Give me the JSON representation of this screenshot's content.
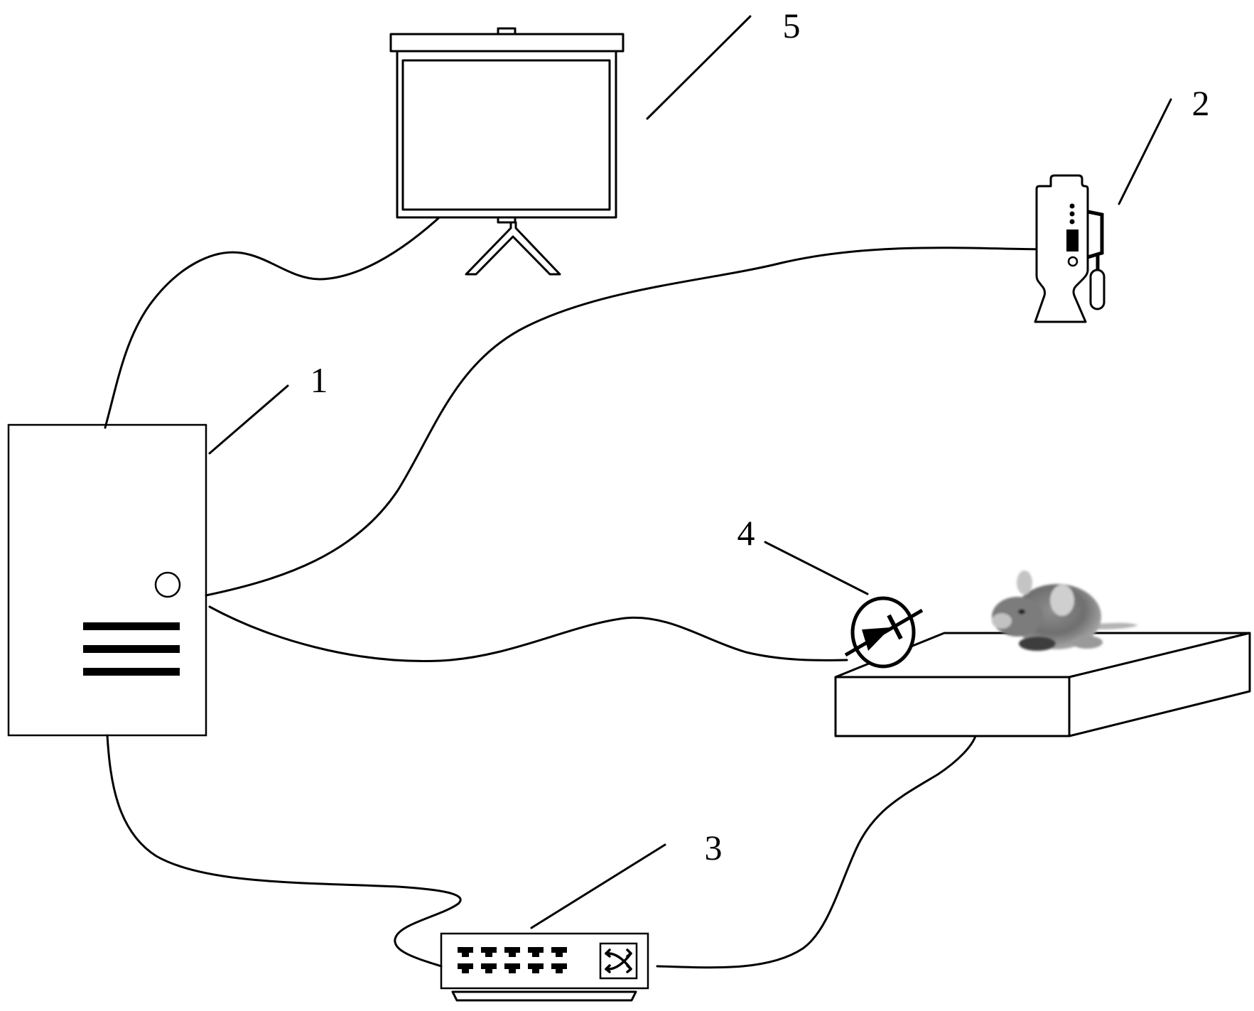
{
  "figure": {
    "type": "system schematic",
    "description": "Experimental setup: computer connected to projector screen, camera, light source, and a network switch linked to a platform holding a mouse"
  },
  "components": [
    {
      "id": "computer",
      "ref": "1",
      "name": "Computer host"
    },
    {
      "id": "camera",
      "ref": "2",
      "name": "Camera"
    },
    {
      "id": "switch",
      "ref": "3",
      "name": "Network switch"
    },
    {
      "id": "light-source",
      "ref": "4",
      "name": "Light-emitting diode"
    },
    {
      "id": "projector-screen",
      "ref": "5",
      "name": "Projection screen"
    },
    {
      "id": "platform",
      "ref": "",
      "name": "Test platform"
    },
    {
      "id": "mouse",
      "ref": "",
      "name": "Experimental mouse"
    }
  ],
  "labels": {
    "computer": "1",
    "camera": "2",
    "switch": "3",
    "light_source": "4",
    "projector_screen": "5"
  },
  "connections": [
    {
      "from": "computer",
      "to": "projector-screen"
    },
    {
      "from": "computer",
      "to": "camera"
    },
    {
      "from": "computer",
      "to": "light-source"
    },
    {
      "from": "computer",
      "to": "switch"
    },
    {
      "from": "switch",
      "to": "platform"
    }
  ],
  "switch": {
    "port_rows": 2,
    "ports_per_row": 5
  },
  "computer": {
    "vent_bars": 3
  },
  "camera": {
    "indicator_dots": 3
  }
}
